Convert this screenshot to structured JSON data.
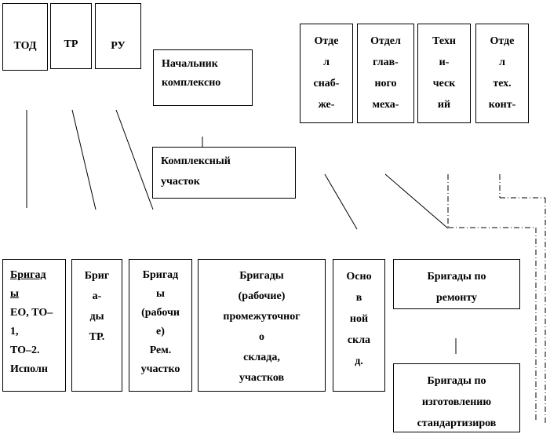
{
  "top_left": {
    "tod": "ТОД",
    "tr": "ТР",
    "ru": "РУ"
  },
  "head": [
    "Начальник",
    "комплексно"
  ],
  "departments": {
    "supply": [
      "Отде",
      "л",
      "снаб-",
      "же-"
    ],
    "chief_mech": [
      "Отдел",
      "глав-",
      "ного",
      "меха-"
    ],
    "tech": [
      "Техн",
      "и-",
      "ческ",
      "ий"
    ],
    "tech_control": [
      "Отде",
      "л",
      "тех.",
      "конт-"
    ]
  },
  "complex_section": [
    "Комплексный",
    "участок"
  ],
  "brigades": {
    "eo": [
      "Бригад",
      "ы",
      "ЕО, ТО–",
      "1,",
      "ТО–2.",
      "Исполн"
    ],
    "tr": [
      "Бриг",
      "а-",
      "ды",
      "ТР."
    ],
    "rem": [
      "Бригад",
      "ы",
      "(рабочи",
      "е)",
      "Рем.",
      "участко"
    ],
    "intermediate": [
      "Бригады",
      "(рабочие)",
      "промежуточног",
      "о",
      "склада,",
      "участков"
    ],
    "main_store": [
      "Осно",
      "в",
      "ной",
      "скла",
      "д."
    ],
    "repair": [
      "Бригады по",
      "ремонту"
    ],
    "standard": [
      "Бригады по",
      "изготовлению",
      "стандартизиров"
    ]
  }
}
